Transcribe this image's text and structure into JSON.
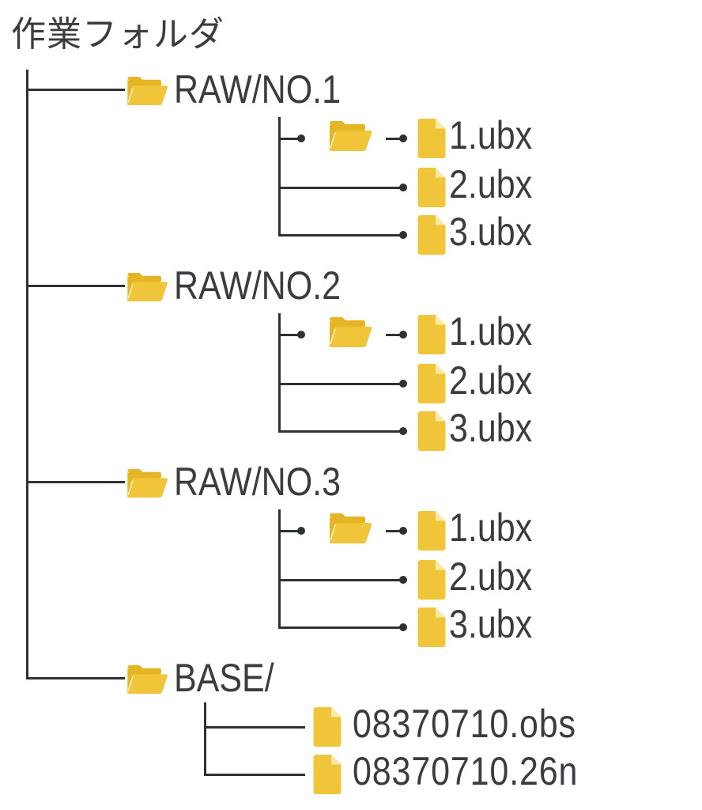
{
  "title": "作業フォルダ",
  "colors": {
    "icon": "#f0c53a",
    "icon_dark": "#e5b526",
    "line": "#2f3235",
    "text": "#3a3d40"
  },
  "raw_folders": [
    {
      "name": "RAW/NO.1",
      "subfolder_icon": "folder-open-icon",
      "files": [
        "1.ubx",
        "2.ubx",
        "3.ubx"
      ]
    },
    {
      "name": "RAW/NO.2",
      "subfolder_icon": "folder-open-icon",
      "files": [
        "1.ubx",
        "2.ubx",
        "3.ubx"
      ]
    },
    {
      "name": "RAW/NO.3",
      "subfolder_icon": "folder-open-icon",
      "files": [
        "1.ubx",
        "2.ubx",
        "3.ubx"
      ]
    }
  ],
  "base_folder": {
    "name": "BASE/",
    "files": [
      "08370710.obs",
      "08370710.26n"
    ]
  }
}
